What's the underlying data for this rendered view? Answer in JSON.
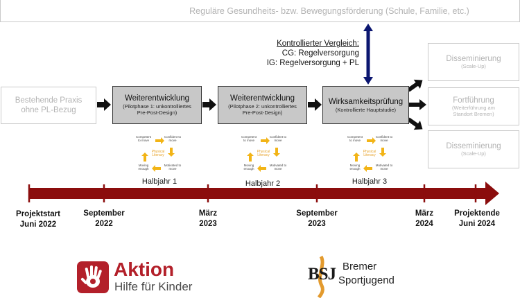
{
  "top_banner": "Reguläre Gesundheits- bzw. Bewegungsförderung (Schule, Familie, etc.)",
  "comparison": {
    "heading": "Kontrollierter Vergleich:",
    "line1": "CG: Regelversorgung",
    "line2": "IG: Regelversorgung + PL"
  },
  "existing_practice": {
    "line1": "Bestehende Praxis",
    "line2": "ohne PL-Bezug"
  },
  "phases": [
    {
      "title": "Weiterentwicklung",
      "sub1": "(Pilotphase 1: unkontrolliertes",
      "sub2": "Pre-Post-Design)"
    },
    {
      "title": "Weiterentwicklung",
      "sub1": "(Pilotphase 2: unkontrolliertes",
      "sub2": "Pre-Post-Design)"
    },
    {
      "title": "Wirksamkeitsprüfung",
      "sub1": "(Kontrollierte Hauptstudie)",
      "sub2": ""
    }
  ],
  "outcomes": [
    {
      "title": "Disseminierung",
      "sub": "(Scale-Up)"
    },
    {
      "title": "Fortführung",
      "sub": "(Weiterführung am Standort Bremen)"
    },
    {
      "title": "Disseminierung",
      "sub": "(Scale-Up)"
    }
  ],
  "cycle": {
    "top_left": "Competent to move",
    "top_right": "Confident to move",
    "center": "Physical Literacy",
    "bottom_left": "Moving enough",
    "bottom_right": "Motivated to move"
  },
  "half_years": [
    "Halbjahr 1",
    "Halbjahr 2",
    "Halbjahr 3"
  ],
  "timeline": [
    {
      "line1": "Projektstart",
      "line2": "Juni 2022"
    },
    {
      "line1": "September",
      "line2": "2022"
    },
    {
      "line1": "März",
      "line2": "2023"
    },
    {
      "line1": "September",
      "line2": "2023"
    },
    {
      "line1": "März",
      "line2": "2024"
    },
    {
      "line1": "Projektende",
      "line2": "Juni 2024"
    }
  ],
  "logos": {
    "aktion_title": "Aktion",
    "aktion_sub": "Hilfe für Kinder",
    "bsj_letters": "BSJ",
    "bsj_line1": "Bremer",
    "bsj_line2": "Sportjugend"
  },
  "colors": {
    "timeline": "#8b0d0d",
    "double_arrow": "#0b1670",
    "phase_fill": "#c8c8c8",
    "ghost_text": "#b3b3b3",
    "aktion_red": "#b3202a",
    "bsj_orange": "#e39a2d"
  }
}
